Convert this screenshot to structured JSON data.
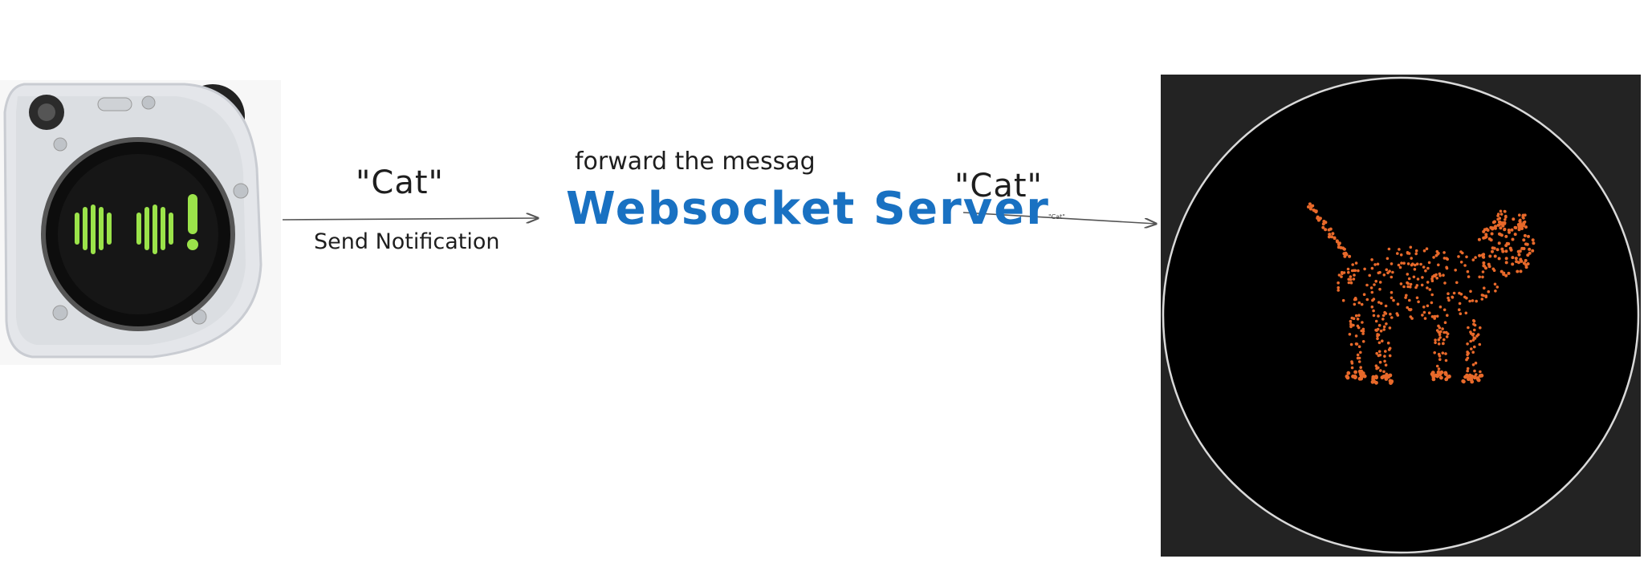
{
  "labels": {
    "cat_left": "\"Cat\"",
    "send_notification": "Send Notification",
    "forward": "forward the messag",
    "server": "Websocket Server",
    "cat_right": "\"Cat\"",
    "cat_tiny": "\"Cat\""
  },
  "colors": {
    "server_text": "#1971c2",
    "text": "#1e1e1e",
    "arrow": "#555555",
    "panel_bg": "#232323",
    "circle_bg": "#000000",
    "circle_stroke": "#d9d9d9",
    "cat_dots": "#e8692a",
    "device_screen_glyph": "#9be34a"
  },
  "icons": {
    "device": "handheld-device-icon",
    "cat": "cat-particle-icon"
  }
}
